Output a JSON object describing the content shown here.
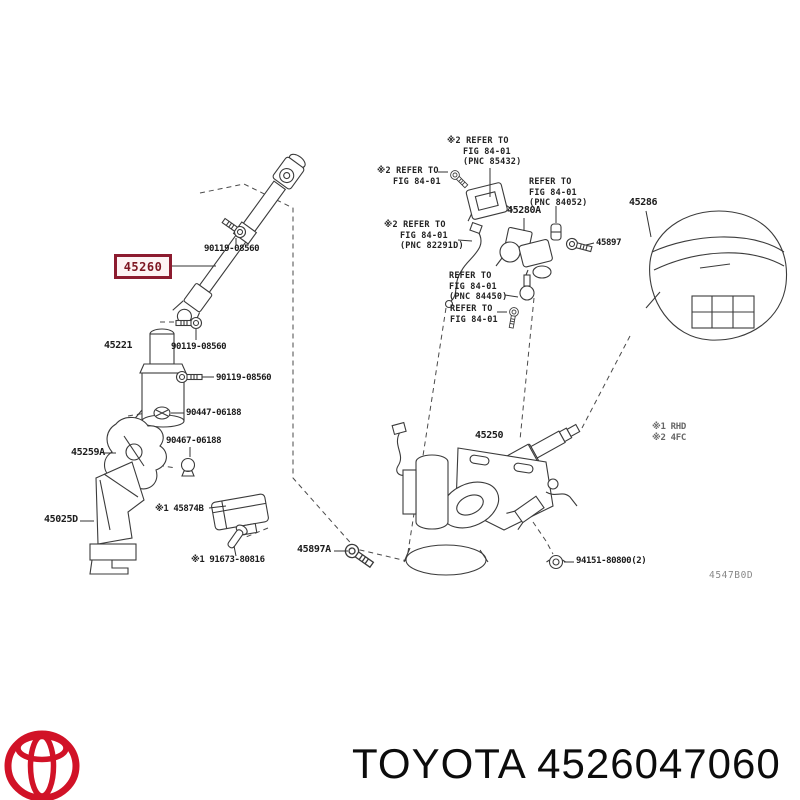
{
  "diagram": {
    "code": "4547B0D",
    "highlighted_part": "45260",
    "highlight_color": "#8c1b2f",
    "legend": "※1 RHD\n※2 4FC",
    "labels": [
      {
        "id": "callout-pnc-85432",
        "text": "※2 REFER TO\n   FIG 84-01\n   (PNC 85432)"
      },
      {
        "id": "callout-fig84-top",
        "text": "※2 REFER TO\n   FIG 84-01"
      },
      {
        "id": "callout-pnc-84052",
        "text": "REFER TO\nFIG 84-01\n(PNC 84052)"
      },
      {
        "id": "callout-pnc-82291d",
        "text": "※2 REFER TO\n   FIG 84-01\n   (PNC 82291D)"
      },
      {
        "id": "callout-pnc-84450",
        "text": "REFER TO\nFIG 84-01\n(PNC 84450)"
      },
      {
        "id": "callout-fig84-bottom",
        "text": "REFER TO\nFIG 84-01"
      },
      {
        "id": "part-45280a",
        "text": "45280A"
      },
      {
        "id": "part-45286",
        "text": "45286"
      },
      {
        "id": "part-45897",
        "text": "45897"
      },
      {
        "id": "part-45260",
        "text": "45260"
      },
      {
        "id": "part-90119-08560-a",
        "text": "90119-08560"
      },
      {
        "id": "part-45221",
        "text": "45221"
      },
      {
        "id": "part-90119-08560-b",
        "text": "90119-08560"
      },
      {
        "id": "part-90119-08560-c",
        "text": "90119-08560"
      },
      {
        "id": "part-90447-06188",
        "text": "90447-06188"
      },
      {
        "id": "part-90467-06188",
        "text": "90467-06188"
      },
      {
        "id": "part-45259a",
        "text": "45259A"
      },
      {
        "id": "part-45025d",
        "text": "45025D"
      },
      {
        "id": "part-45874b",
        "text": "※1 45874B"
      },
      {
        "id": "part-91673-80816",
        "text": "※1 91673-80816"
      },
      {
        "id": "part-45897a",
        "text": "45897A"
      },
      {
        "id": "part-45250",
        "text": "45250"
      },
      {
        "id": "part-94151-80800",
        "text": "94151-80800(2)"
      }
    ]
  },
  "footer": {
    "brand": "TOYOTA",
    "part_number": "4526047060",
    "text": "TOYOTA 4526047060",
    "logo_color": "#d11227"
  }
}
